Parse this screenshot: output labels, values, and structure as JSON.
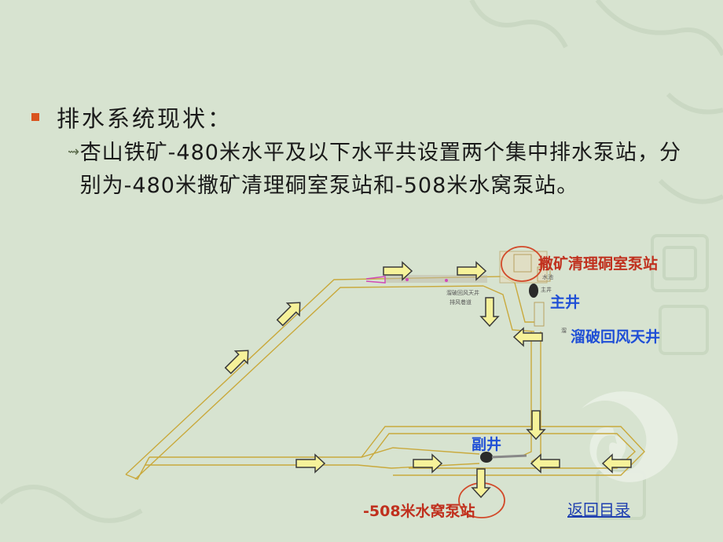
{
  "slide": {
    "heading": "排水系统现状：",
    "description": "杏山铁矿-480米水平及以下水平共设置两个集中排水泵站，分别为-480米撒矿清理硐室泵站和-508米水窝泵站。",
    "back_link": "返回目录"
  },
  "diagram": {
    "labels": {
      "pump_station_480": "撒矿清理硐室泵站",
      "main_shaft": "主井",
      "vent_shaft": "溜破回风天井",
      "aux_shaft": "副井",
      "pump_station_508": "-508米水窝泵站"
    },
    "small_labels": {
      "sump": "水池",
      "main_shaft_small": "主井",
      "tunnel_note_1": "溜破回风天井",
      "tunnel_note_2": "排风巷道",
      "side_note": "溜"
    }
  },
  "colors": {
    "background": "#d7e3d0",
    "bullet": "#d9541e",
    "tunnel": "#c9a93c",
    "arrow_fill": "#f6f29a",
    "label_red": "#c0301e",
    "label_blue": "#1f4fd6",
    "circle": "#d24a2a"
  }
}
